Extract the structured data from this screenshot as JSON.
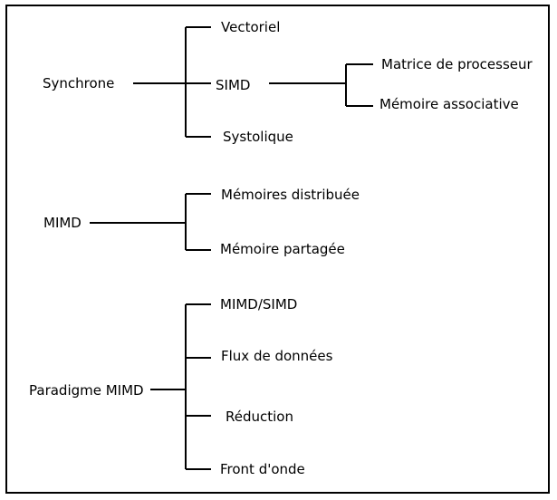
{
  "groups": [
    {
      "root": "Synchrone",
      "children": [
        "Vectoriel",
        "SIMD",
        "Systolique"
      ],
      "sub": {
        "parent": "SIMD",
        "children": [
          "Matrice de processeur",
          "Mémoire associative"
        ]
      }
    },
    {
      "root": "MIMD",
      "children": [
        "Mémoires distribuée",
        "Mémoire partagée"
      ]
    },
    {
      "root": "Paradigme MIMD",
      "children": [
        "MIMD/SIMD",
        "Flux de données",
        "Réduction",
        "Front d'onde"
      ]
    }
  ]
}
